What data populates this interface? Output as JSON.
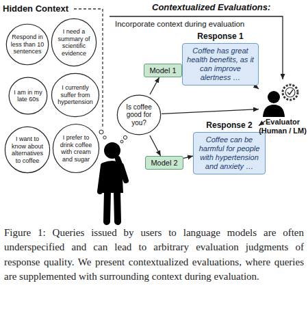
{
  "diagram": {
    "title": "Contextualized Evaluations:",
    "caption": "Figure 1: Queries issued by users to language models are often underspecified and can lead to arbitrary evaluation judgments of response quality. We present contextualized evaluations, where queries are supplemented with surrounding context during evaluation.",
    "nodes": [
      {
        "text": [
          "Respond in less than 10 sentences"
        ]
      },
      {
        "text": [
          "I need a summary of scientific evidence"
        ]
      },
      {
        "text": [
          "I am in my late 60s"
        ]
      },
      {
        "text": [
          "I currently suffer from hypertension"
        ]
      },
      {
        "text": [
          "I want to know about alternatives to coffee"
        ]
      },
      {
        "text": [
          "I prefer to drink coffee with cream and sugar"
        ]
      },
      {
        "text": [
          "Is coffee good for you?"
        ]
      },
      {
        "text": [
          "Model 1"
        ]
      },
      {
        "text": [
          "Model 2"
        ]
      },
      {
        "text": [
          "Response 1",
          "Coffee has great health benefits, as it can improve alertness …"
        ]
      },
      {
        "text": [
          "Response 2",
          "Coffee can be harmful for people with hypertension and anxiety …"
        ]
      },
      {
        "text": [
          "Evaluator (Human / LM)"
        ]
      }
    ],
    "edges": [
      {
        "from": 6,
        "to": 7,
        "arrow": "to"
      },
      {
        "from": 6,
        "to": 8,
        "arrow": "to"
      },
      {
        "from": 7,
        "to": 9,
        "arrow": "to"
      },
      {
        "from": 8,
        "to": 10,
        "arrow": "to"
      },
      {
        "from": 9,
        "to": 11,
        "arrow": "to"
      },
      {
        "from": 10,
        "to": 11,
        "arrow": "to"
      },
      {
        "from": 6,
        "to": 11,
        "arrow": "to"
      }
    ],
    "labels": [
      "Hidden Context",
      "Incorporate context during evaluation"
    ]
  }
}
